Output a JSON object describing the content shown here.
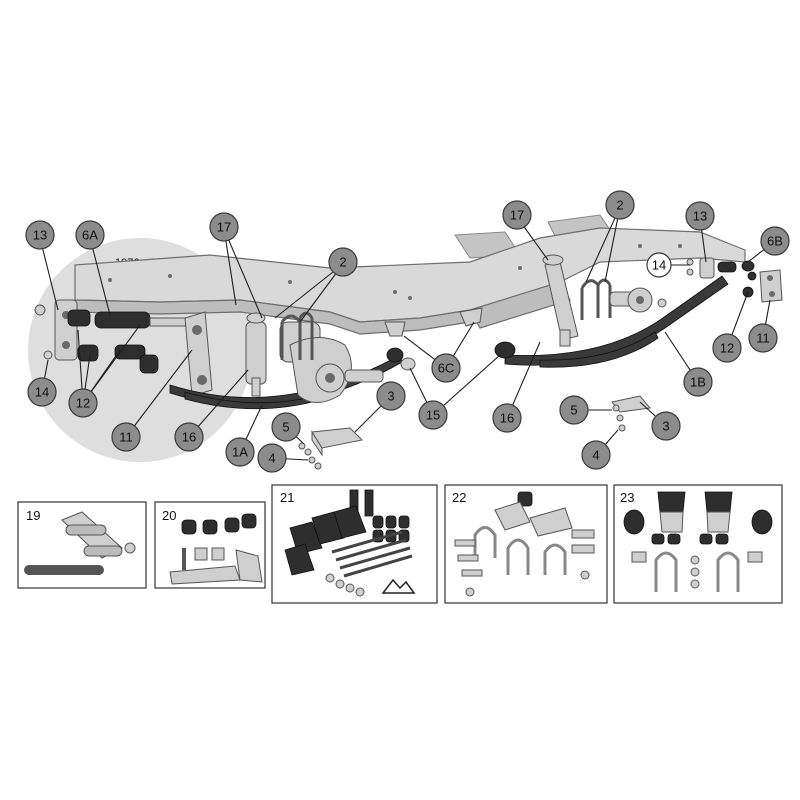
{
  "diagram": {
    "era_label": "1976 - 1986",
    "callouts": [
      {
        "id": "c-13-left",
        "label": "13"
      },
      {
        "id": "c-6a",
        "label": "6A"
      },
      {
        "id": "c-17-left",
        "label": "17"
      },
      {
        "id": "c-2-left",
        "label": "2"
      },
      {
        "id": "c-14-left",
        "label": "14"
      },
      {
        "id": "c-12-left",
        "label": "12"
      },
      {
        "id": "c-11-left",
        "label": "11"
      },
      {
        "id": "c-16-left",
        "label": "16"
      },
      {
        "id": "c-1a",
        "label": "1A"
      },
      {
        "id": "c-5-left",
        "label": "5"
      },
      {
        "id": "c-4-left",
        "label": "4"
      },
      {
        "id": "c-3-left",
        "label": "3"
      },
      {
        "id": "c-6c",
        "label": "6C"
      },
      {
        "id": "c-15",
        "label": "15"
      },
      {
        "id": "c-17-right",
        "label": "17"
      },
      {
        "id": "c-2-right",
        "label": "2"
      },
      {
        "id": "c-13-right",
        "label": "13"
      },
      {
        "id": "c-6b",
        "label": "6B"
      },
      {
        "id": "c-14-right",
        "label": "14"
      },
      {
        "id": "c-12-right",
        "label": "12"
      },
      {
        "id": "c-11-right",
        "label": "11"
      },
      {
        "id": "c-1b",
        "label": "1B"
      },
      {
        "id": "c-16-right",
        "label": "16"
      },
      {
        "id": "c-5-right",
        "label": "5"
      },
      {
        "id": "c-3-right",
        "label": "3"
      },
      {
        "id": "c-4-right",
        "label": "4"
      }
    ],
    "kits": [
      {
        "id": "kit-19",
        "label": "19"
      },
      {
        "id": "kit-20",
        "label": "20"
      },
      {
        "id": "kit-21",
        "label": "21"
      },
      {
        "id": "kit-22",
        "label": "22"
      },
      {
        "id": "kit-23",
        "label": "23"
      }
    ]
  },
  "colors": {
    "callout_fill": "#8c8c8c",
    "frame": "#d9d9d9",
    "highlight_circle": "#dedede",
    "rubber": "#2e2e2e"
  }
}
